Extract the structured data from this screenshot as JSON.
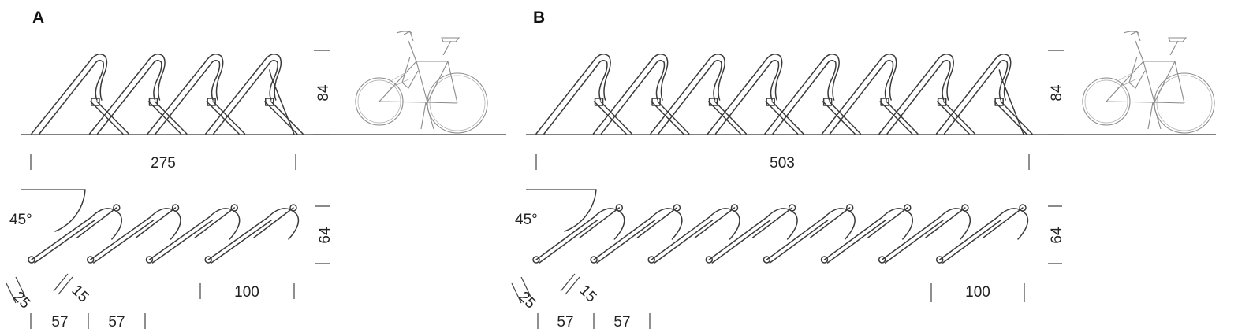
{
  "panels": [
    {
      "letter": "A",
      "width_dim": "275",
      "height_dim": "84",
      "depth_dim": "64",
      "angle_dim": "45°",
      "tube_dim": "25",
      "gap_dim": "15",
      "pitch_dims": [
        "57",
        "57"
      ],
      "end_dim": "100",
      "loops": 4
    },
    {
      "letter": "B",
      "width_dim": "503",
      "height_dim": "84",
      "depth_dim": "64",
      "angle_dim": "45°",
      "tube_dim": "25",
      "gap_dim": "15",
      "pitch_dims": [
        "57",
        "57"
      ],
      "end_dim": "100",
      "loops": 8
    }
  ],
  "colors": {
    "line": "#3a3a3a",
    "bike": "#8a8a8a",
    "text": "#222222"
  }
}
